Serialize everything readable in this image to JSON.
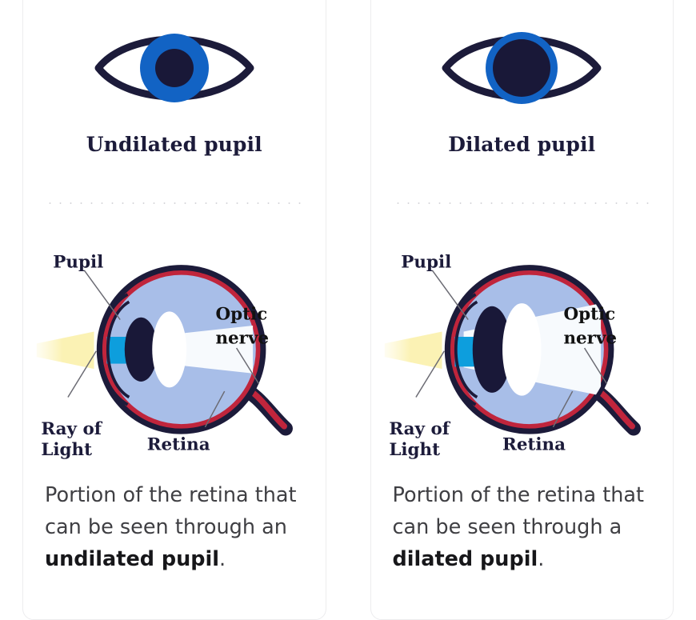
{
  "panels": [
    {
      "id": "undilated",
      "icon_name": "eye-undilated-icon",
      "heading": "Undilated pupil",
      "diagram": {
        "labels": {
          "pupil": "Pupil",
          "optic_nerve_line1": "Optic",
          "optic_nerve_line2": "nerve",
          "ray_line1": "Ray of",
          "ray_line2": "Light",
          "retina": "Retina"
        }
      },
      "caption": {
        "lead": "Portion of the retina that can be seen through an ",
        "emphasis": "undilated pupil",
        "tail": "."
      }
    },
    {
      "id": "dilated",
      "icon_name": "eye-dilated-icon",
      "heading": "Dilated pupil",
      "diagram": {
        "labels": {
          "pupil": "Pupil",
          "optic_nerve_line1": "Optic",
          "optic_nerve_line2": "nerve",
          "ray_line1": "Ray of",
          "ray_line2": "Light",
          "retina": "Retina"
        }
      },
      "caption": {
        "lead": "Portion of the retina that can be seen through a ",
        "emphasis": "dilated pupil",
        "tail": "."
      }
    }
  ],
  "colors": {
    "navy": "#1c1b3a",
    "iris_blue": "#1263c4",
    "iris_blue_light": "#0d9edd",
    "pupil_dark": "#191838",
    "vitreous": "#a8bee8",
    "retina_red": "#c0253c",
    "light_beam": "#fdf6c8",
    "lens_white": "#ffffff",
    "cone_white": "#f7fafd",
    "card_border": "#ececee",
    "divider_dot": "#d7d7dc",
    "text_body": "#3f3f43",
    "text_bold": "#17171a",
    "label_dark": "#121212"
  }
}
